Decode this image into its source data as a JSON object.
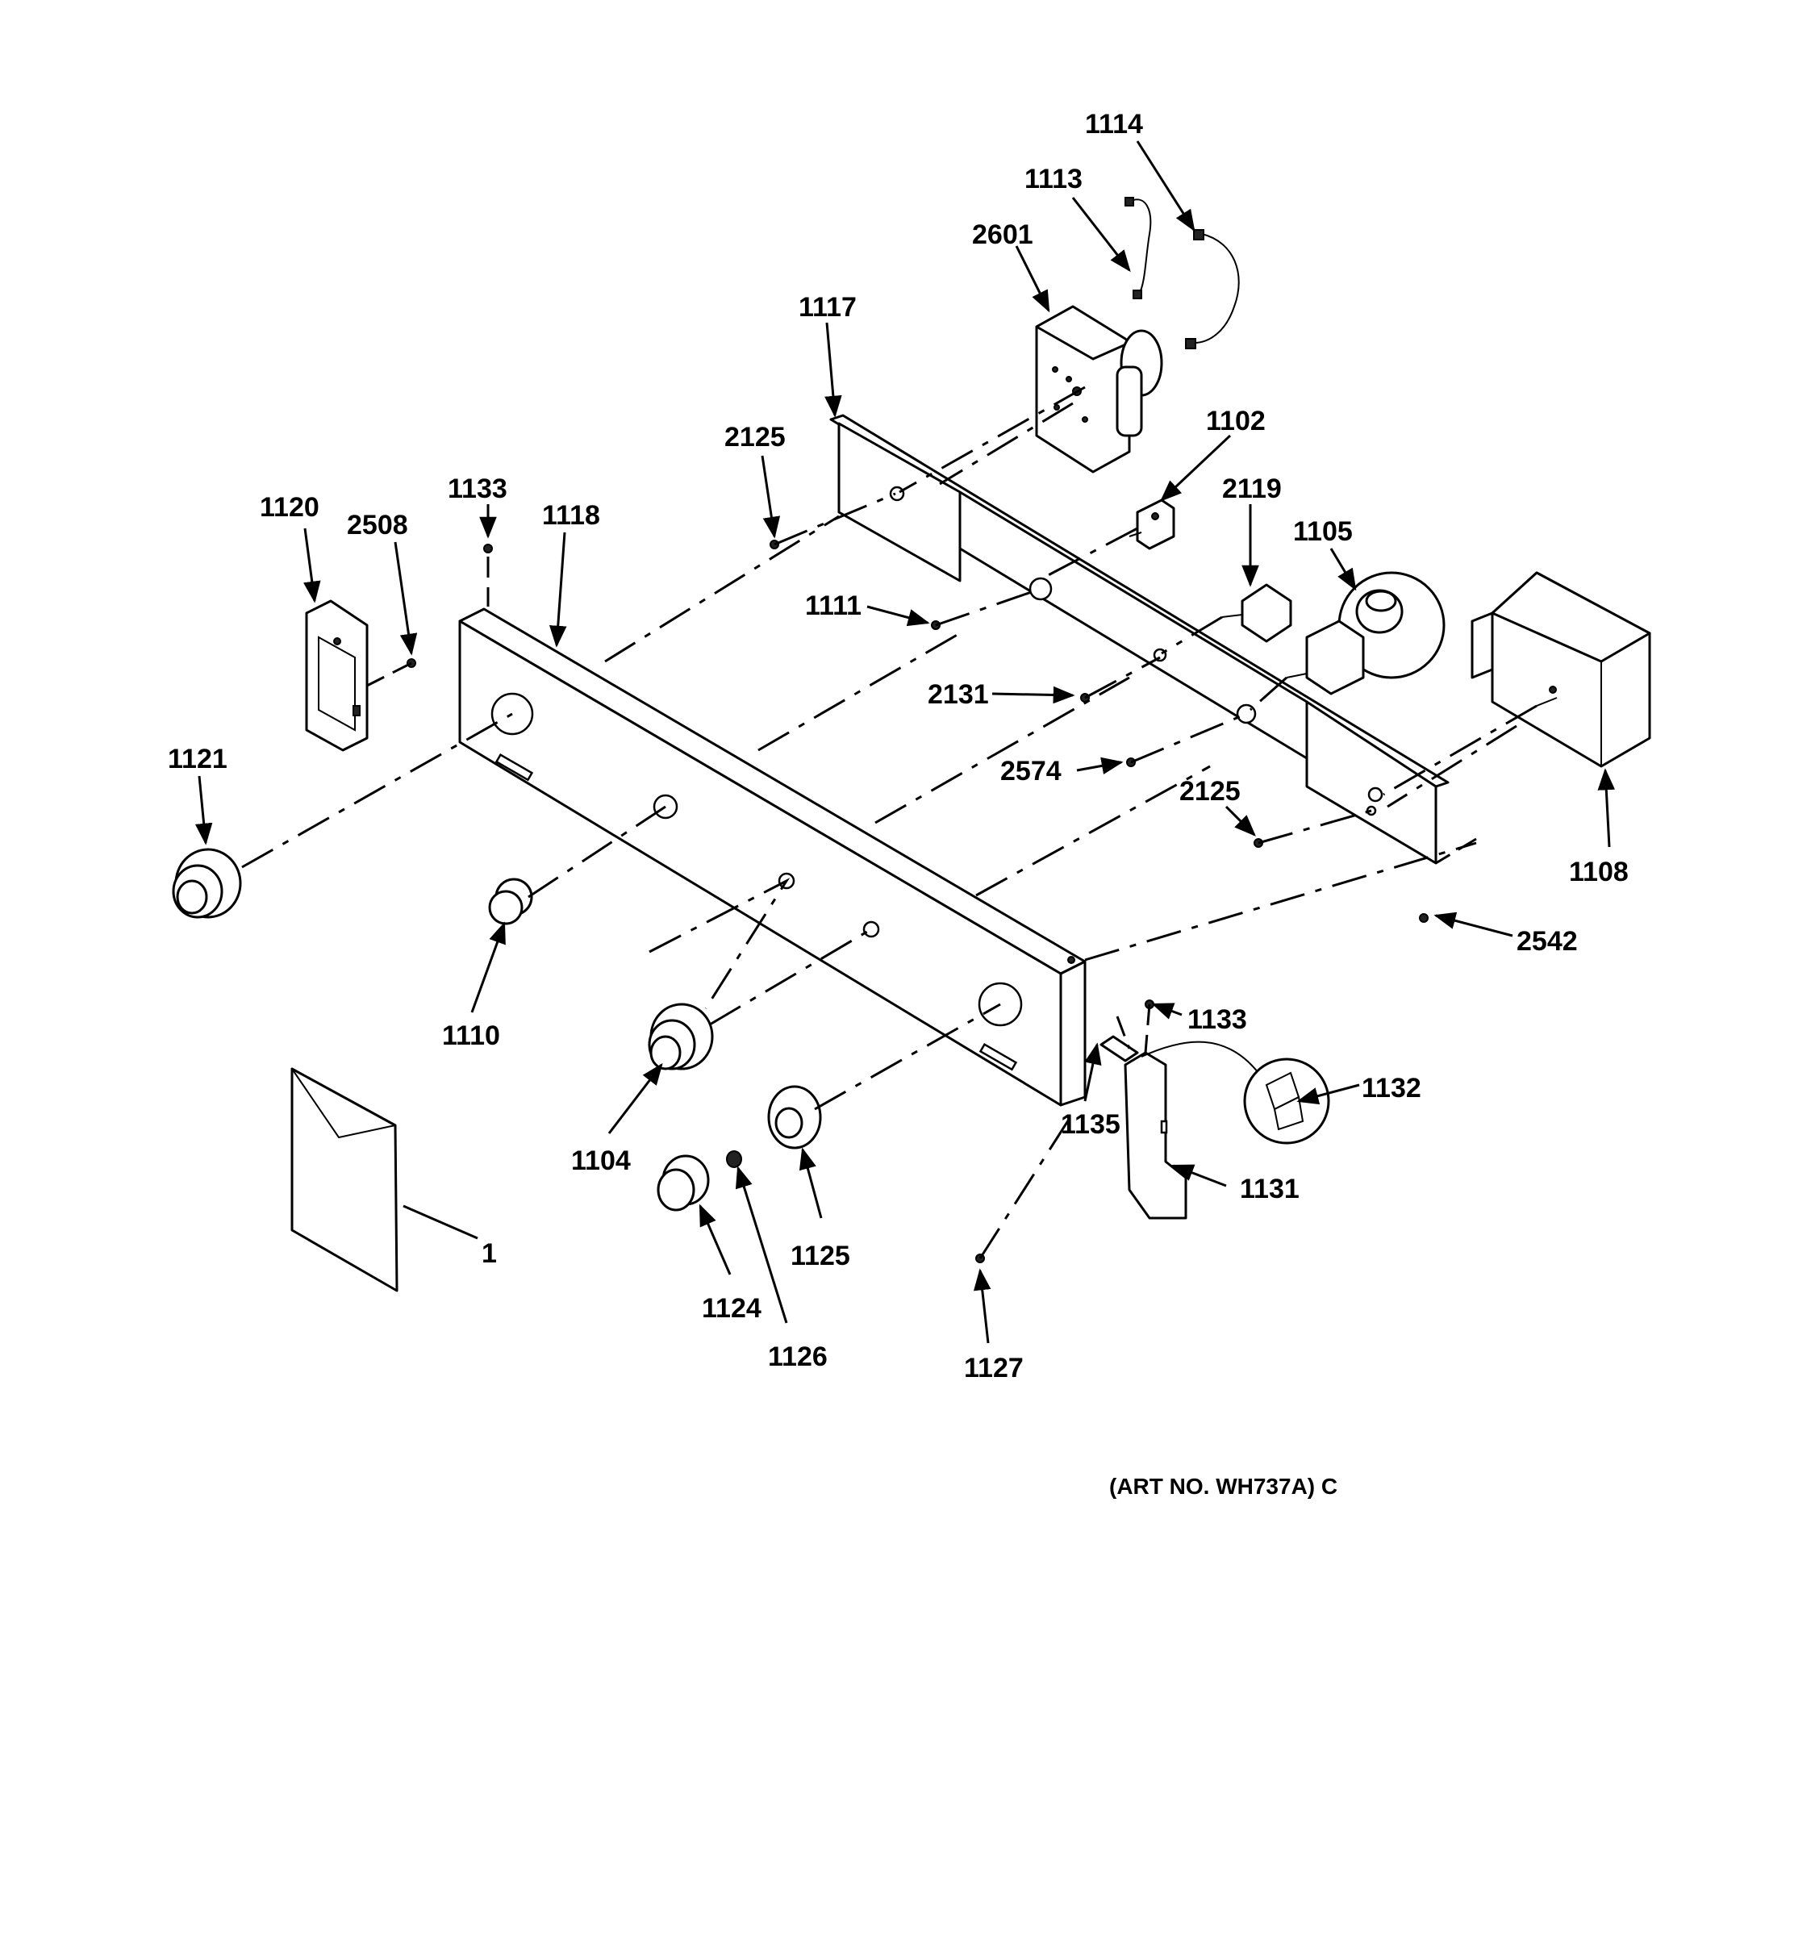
{
  "art_number": "(ART NO. WH737A) C",
  "callouts": [
    {
      "id": "c1114",
      "text": "1114"
    },
    {
      "id": "c1113",
      "text": "1113"
    },
    {
      "id": "c2601",
      "text": "2601"
    },
    {
      "id": "c1117",
      "text": "1117"
    },
    {
      "id": "c1102",
      "text": "1102"
    },
    {
      "id": "c2125a",
      "text": "2125"
    },
    {
      "id": "c2119",
      "text": "2119"
    },
    {
      "id": "c1105",
      "text": "1105"
    },
    {
      "id": "c1133a",
      "text": "1133"
    },
    {
      "id": "c1118",
      "text": "1118"
    },
    {
      "id": "c1120",
      "text": "1120"
    },
    {
      "id": "c2508",
      "text": "2508"
    },
    {
      "id": "c1111",
      "text": "1111"
    },
    {
      "id": "c2131",
      "text": "2131"
    },
    {
      "id": "c1121",
      "text": "1121"
    },
    {
      "id": "c2574",
      "text": "2574"
    },
    {
      "id": "c2125b",
      "text": "2125"
    },
    {
      "id": "c1108",
      "text": "1108"
    },
    {
      "id": "c2542",
      "text": "2542"
    },
    {
      "id": "c1110",
      "text": "1110"
    },
    {
      "id": "c1133b",
      "text": "1133"
    },
    {
      "id": "c1132",
      "text": "1132"
    },
    {
      "id": "c1135",
      "text": "1135"
    },
    {
      "id": "c1104",
      "text": "1104"
    },
    {
      "id": "c1131",
      "text": "1131"
    },
    {
      "id": "c1125",
      "text": "1125"
    },
    {
      "id": "c1",
      "text": "1"
    },
    {
      "id": "c1124",
      "text": "1124"
    },
    {
      "id": "c1126",
      "text": "1126"
    },
    {
      "id": "c1127",
      "text": "1127"
    }
  ]
}
